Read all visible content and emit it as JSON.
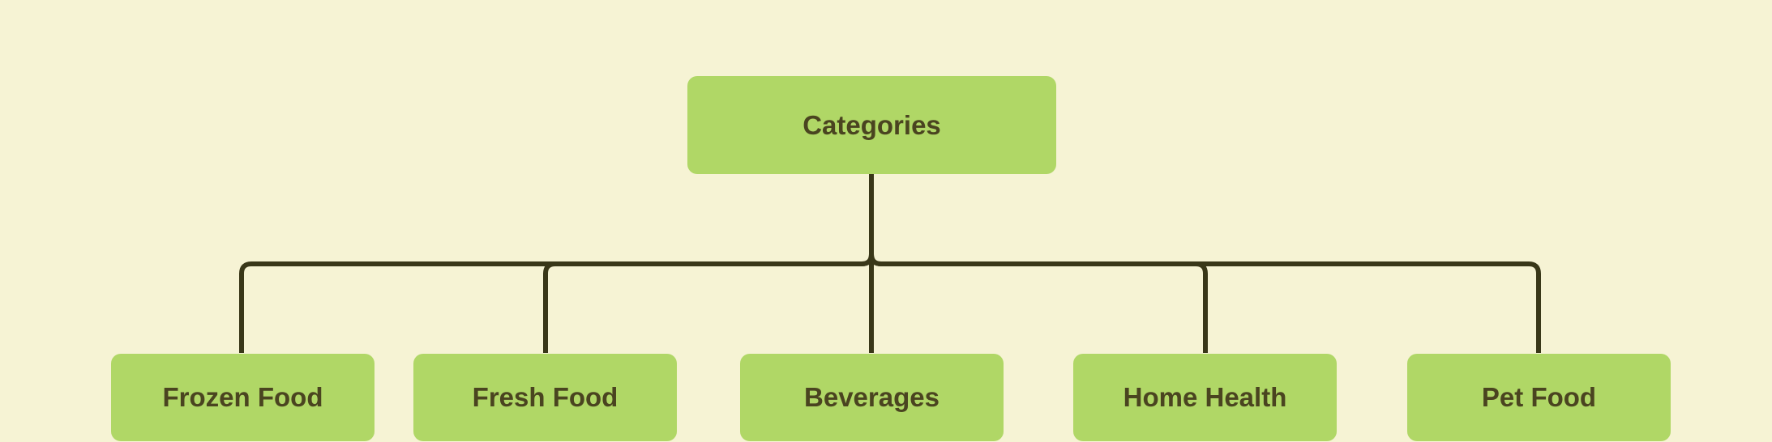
{
  "diagram": {
    "colors": {
      "background": "#f6f3d4",
      "node_fill": "#b0d766",
      "node_text": "#4a4420",
      "connector": "#393718"
    },
    "root": {
      "label": "Categories"
    },
    "children": [
      {
        "label": "Frozen Food"
      },
      {
        "label": "Fresh Food"
      },
      {
        "label": "Beverages"
      },
      {
        "label": "Home Health"
      },
      {
        "label": "Pet Food"
      }
    ]
  }
}
